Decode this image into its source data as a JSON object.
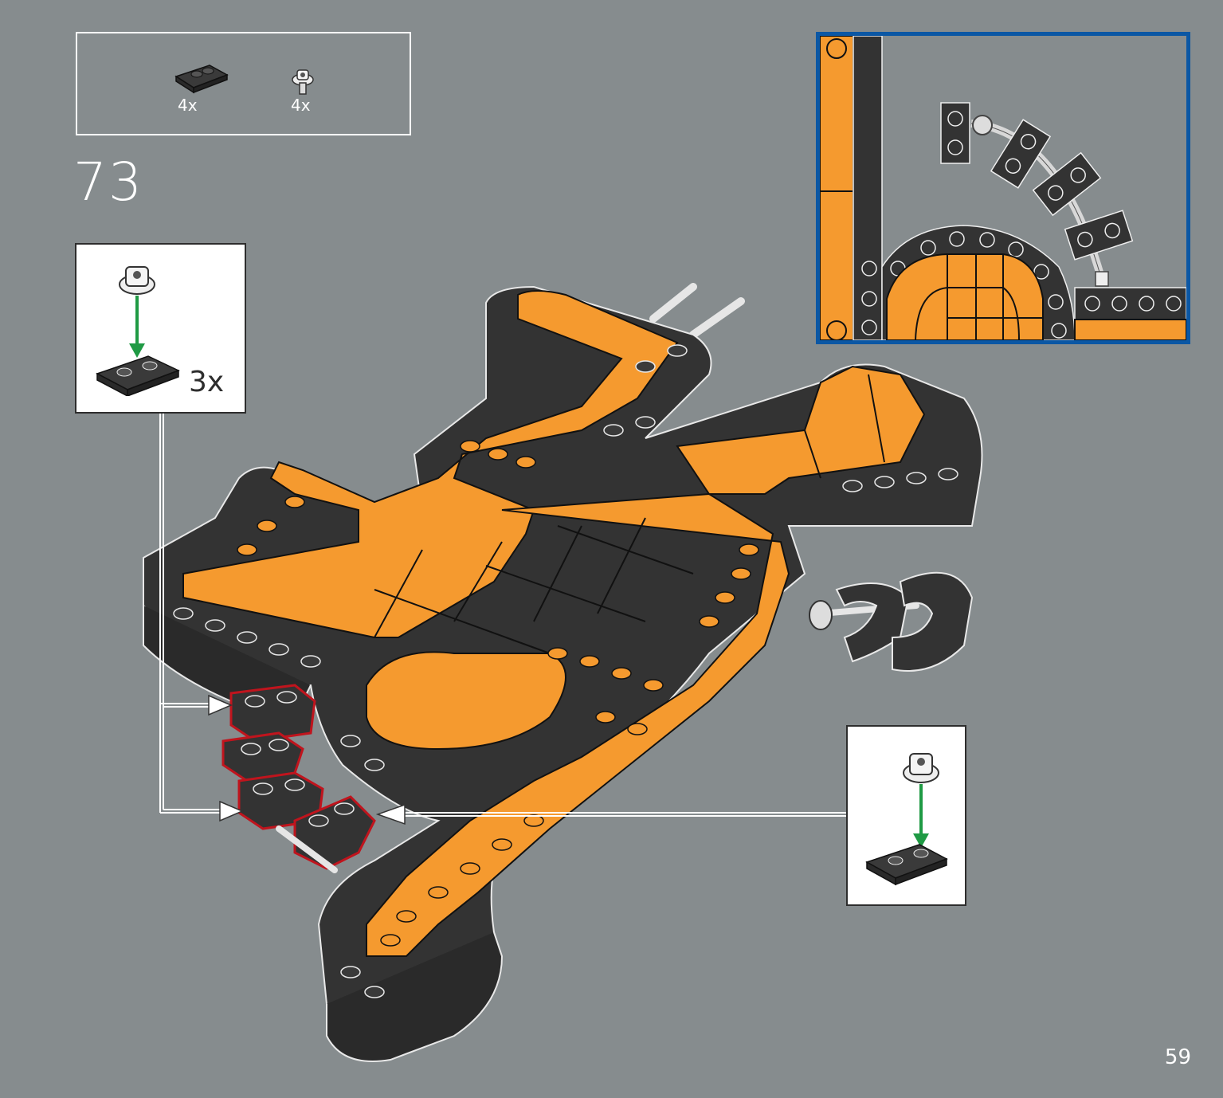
{
  "parts_list": {
    "items": [
      {
        "name": "dark-gray-plate-1x2-icon",
        "count": "4x"
      },
      {
        "name": "clip-icon",
        "count": "4x"
      }
    ]
  },
  "step": {
    "number": "73"
  },
  "callouts": {
    "left": {
      "multiplier": "3x"
    }
  },
  "page": {
    "number": "59"
  },
  "colors": {
    "background": "#868c8e",
    "orange": "#f59a2f",
    "dark_gray": "#333333",
    "highlight_red": "#c0141d",
    "zoom_border": "#0b57a4",
    "arrow_green": "#1f9a44"
  }
}
